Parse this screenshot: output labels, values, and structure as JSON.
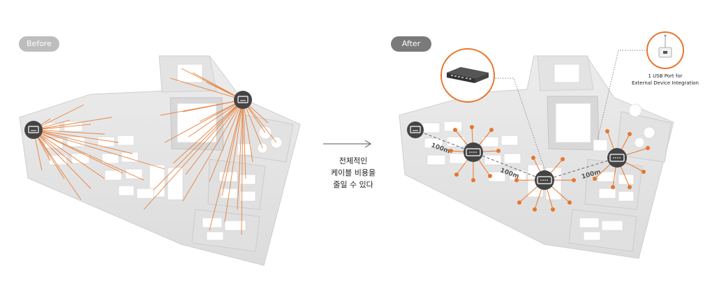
{
  "labels": {
    "before": "Before",
    "after": "After",
    "caption_line1": "전체적인",
    "caption_line2": "케이블 비용을",
    "caption_line3": "줄일 수 있다",
    "usb_line1": "1 USB Port for",
    "usb_line2": "External Device Integration",
    "dist1": "100m",
    "dist2": "100m",
    "dist3": "100m"
  },
  "colors": {
    "cable": "#e8762c",
    "floor": "#e9e9e9",
    "desk": "#ffffff",
    "hub": "#444444",
    "pill_before": "#bdbdbd",
    "pill_after": "#7a7a7a"
  },
  "icons": [
    "router-icon",
    "network-switch-icon",
    "usb-device-icon",
    "arrow-right-icon"
  ]
}
